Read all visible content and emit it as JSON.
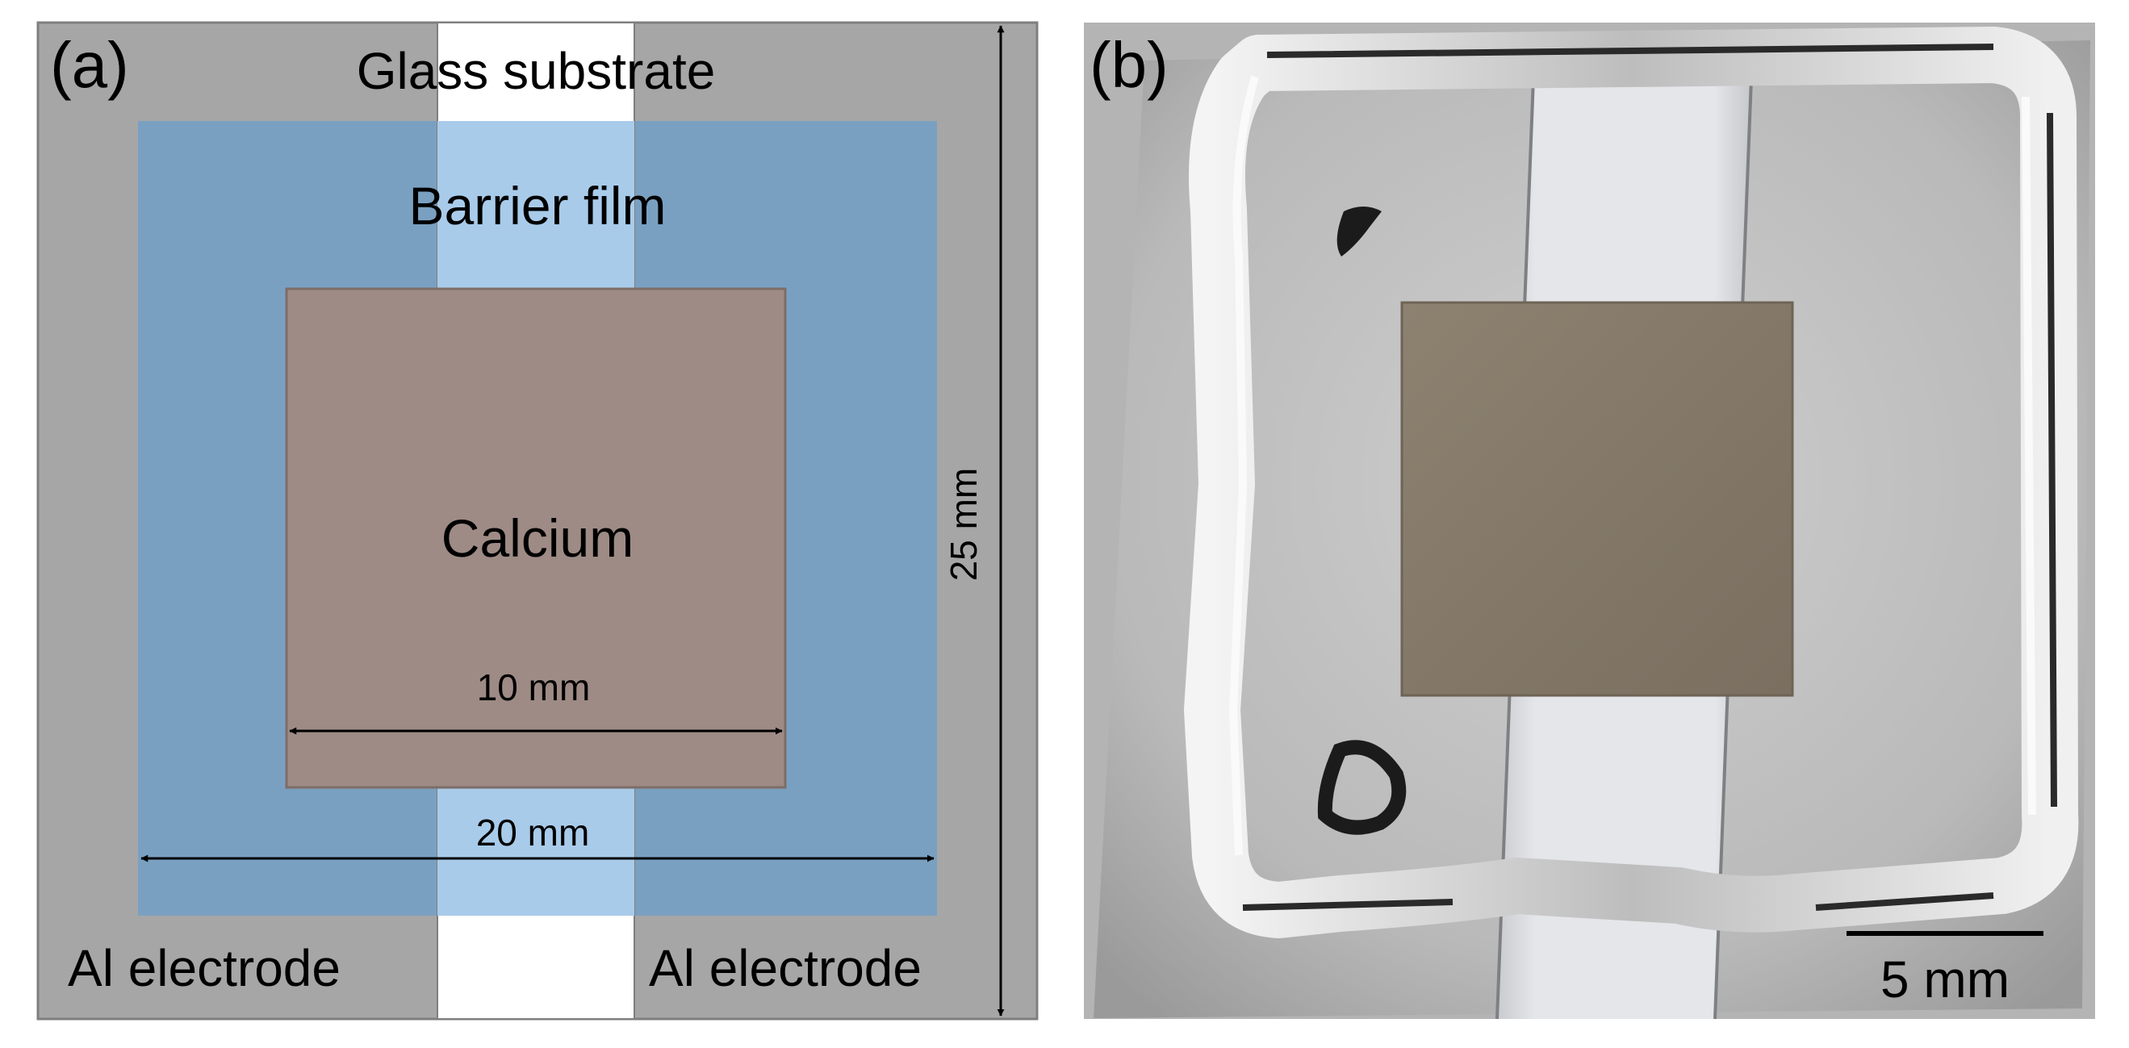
{
  "panel_a": {
    "tag": "(a)",
    "glass_label": "Glass substrate",
    "barrier_label": "Barrier film",
    "calcium_label": "Calcium",
    "calcium_width": "10 mm",
    "barrier_width": "20 mm",
    "substrate_height": "25 mm",
    "electrode_left": "Al electrode",
    "electrode_right": "Al electrode",
    "colors": {
      "substrate": "#a6a6a6",
      "barrier": "#7aa0c1",
      "barrier_over_glass": "#a9cbea",
      "calcium": "#9e8b85",
      "glass": "#ffffff"
    }
  },
  "panel_b": {
    "tag": "(b)",
    "scale_bar_label": "5 mm"
  }
}
